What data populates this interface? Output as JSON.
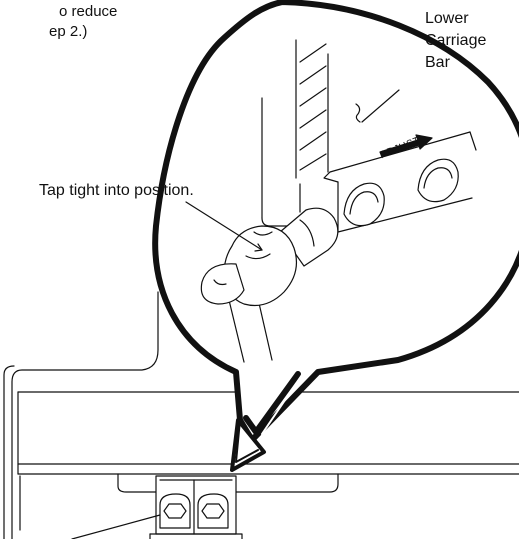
{
  "labels": {
    "corner_line1": "o reduce",
    "corner_line2": "ep 2.)",
    "lower_carriage_line1": "Lower",
    "lower_carriage_line2": "Carriage",
    "lower_carriage_line3": "Bar",
    "tap_instruction": "Tap tight into position.",
    "adjust_marking": "ADJUST"
  }
}
